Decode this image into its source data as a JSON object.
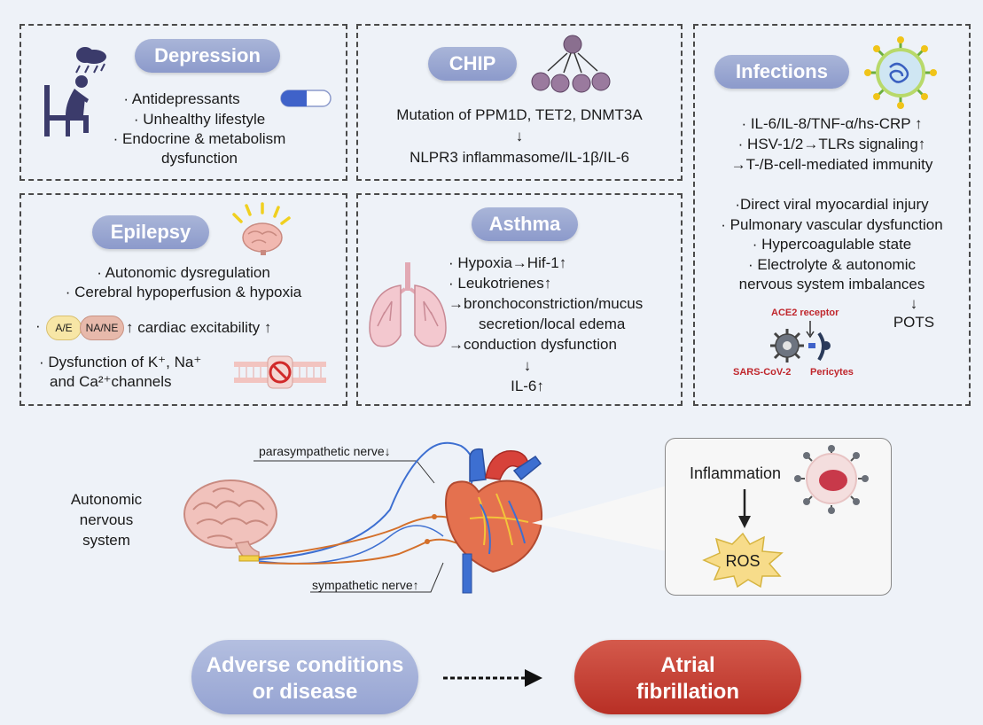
{
  "depression": {
    "title": "Depression",
    "lines": [
      "· Antidepressants",
      "· Unhealthy lifestyle",
      "· Endocrine & metabolism",
      "dysfunction"
    ]
  },
  "chip": {
    "title": "CHIP",
    "line1": "Mutation of PPM1D, TET2, DNMT3A",
    "arrow": "↓",
    "line2": "NLPR3 inflammasome/IL-1β/IL-6"
  },
  "infections": {
    "title": "Infections",
    "lines_a": [
      "· IL-6/IL-8/TNF-α/hs-CRP ↑",
      "· HSV-1/2→TLRs signaling↑",
      "→T-/B-cell-mediated immunity"
    ],
    "lines_b": [
      "·Direct viral myocardial injury",
      "· Pulmonary vascular dysfunction",
      "· Hypercoagulable state",
      "· Electrolyte & autonomic",
      "nervous system imbalances"
    ],
    "arrow": "↓",
    "pots": "POTS",
    "ace2": "ACE2 receptor",
    "sars": "SARS-CoV-2",
    "pericytes": "Pericytes"
  },
  "epilepsy": {
    "title": "Epilepsy",
    "line1": "· Autonomic dysregulation",
    "line2": "· Cerebral hypoperfusion & hypoxia",
    "dot": "·",
    "badge_ae": "A/E",
    "badge_nane": "NA/NE",
    "excit": "↑  cardiac excitability ↑",
    "line4a": "· Dysfunction of K⁺, Na⁺",
    "line4b": "and Ca²⁺channels"
  },
  "asthma": {
    "title": "Asthma",
    "lines": [
      "·  Hypoxia→Hif-1↑",
      "·  Leukotrienes↑",
      "→bronchoconstriction/mucus",
      "secretion/local edema",
      "→conduction dysfunction"
    ],
    "arrow": "↓",
    "il6": "IL-6↑"
  },
  "ans": {
    "label_lines": [
      "Autonomic",
      "nervous",
      "system"
    ],
    "parasympathetic": "parasympathetic nerve↓",
    "sympathetic": "sympathetic nerve↑"
  },
  "inflammation_box": {
    "label": "Inflammation",
    "ros": "ROS"
  },
  "bottom": {
    "left_lines": [
      "Adverse conditions",
      "or disease"
    ],
    "right_lines": [
      "Atrial",
      "fibrillation"
    ]
  },
  "colors": {
    "pill": "#8c9acb",
    "red": "#c0272d",
    "nerve_blue": "#3d6fd1",
    "nerve_orange": "#d4702b"
  }
}
